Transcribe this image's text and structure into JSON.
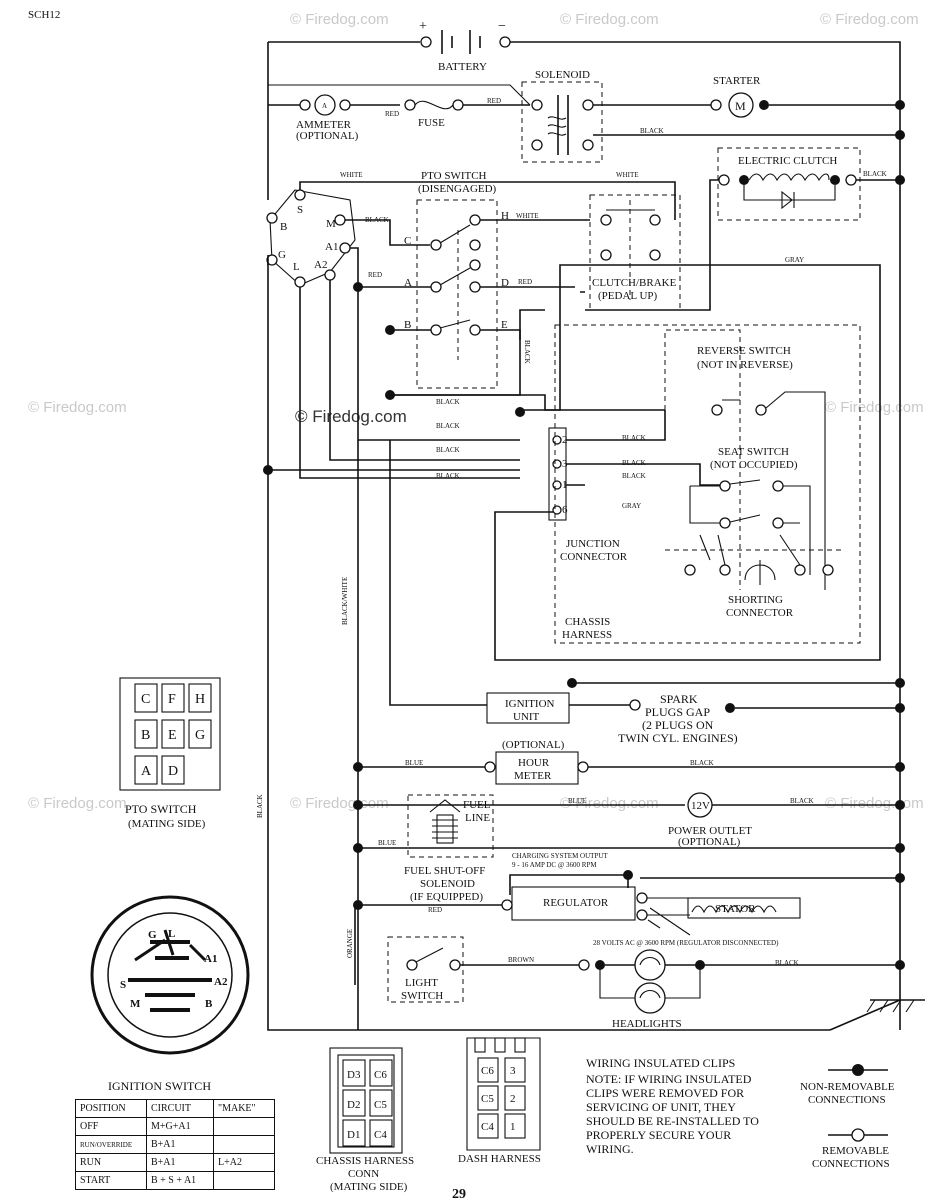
{
  "page_code": "SCH12",
  "page_number": "29",
  "watermark": "© Firedog.com",
  "labels": {
    "battery": "BATTERY",
    "plus": "+",
    "minus": "−",
    "solenoid": "SOLENOID",
    "starter": "STARTER",
    "motor": "M",
    "ammeter": "AMMETER",
    "ammeter_optional": "(OPTIONAL)",
    "ammeter_symbol": "A",
    "fuse": "FUSE",
    "electric_clutch": "ELECTRIC CLUTCH",
    "pto_switch": "PTO SWITCH",
    "pto_disengaged": "(DISENGAGED)",
    "clutch_brake": "CLUTCH/BRAKE",
    "pedal_up": "(PEDAL UP)",
    "reverse_switch": "REVERSE SWITCH",
    "not_in_reverse": "(NOT IN REVERSE)",
    "seat_switch": "SEAT SWITCH",
    "not_occupied": "(NOT OCCUPIED)",
    "junction": "JUNCTION",
    "connector": "CONNECTOR",
    "shorting": "SHORTING",
    "shorting_connector": "CONNECTOR",
    "chassis": "CHASSIS",
    "harness": "HARNESS",
    "ignition": "IGNITION",
    "unit": "UNIT",
    "spark1": "SPARK",
    "spark2": "PLUGS GAP",
    "spark3": "(2 PLUGS ON",
    "spark4": "TWIN CYL. ENGINES)",
    "optional": "(OPTIONAL)",
    "hour": "HOUR",
    "meter": "METER",
    "fuel": "FUEL",
    "line": "LINE",
    "fuel_shutoff": "FUEL SHUT-OFF",
    "solenoid2": "SOLENOID",
    "if_equipped": "(IF EQUIPPED)",
    "twelve_v": "12V",
    "power_outlet": "POWER OUTLET",
    "power_optional": "(OPTIONAL)",
    "charging": "CHARGING SYSTEM OUTPUT",
    "amp_note": "9 - 16 AMP DC @ 3600 RPM",
    "regulator": "REGULATOR",
    "stator": "STATOR",
    "volts_note": "28 VOLTS AC @ 3600 RPM (REGULATOR DISCONNECTED)",
    "light": "LIGHT",
    "switch": "SWITCH",
    "headlights": "HEADLIGHTS",
    "pto_mating": "PTO SWITCH",
    "mating_side": "(MATING SIDE)",
    "ignition_switch": "IGNITION SWITCH",
    "chassis_conn1": "CHASSIS HARNESS",
    "chassis_conn2": "CONN",
    "chassis_conn3": "(MATING SIDE)",
    "dash_harness": "DASH HARNESS",
    "clips_title": "WIRING INSULATED CLIPS",
    "clips_note1": "NOTE:  IF WIRING INSULATED",
    "clips_note2": "CLIPS WERE REMOVED FOR",
    "clips_note3": "SERVICING OF UNIT, THEY",
    "clips_note4": "SHOULD BE RE-INSTALLED TO",
    "clips_note5": "PROPERLY SECURE YOUR",
    "clips_note6": "WIRING.",
    "non_removable1": "NON-REMOVABLE",
    "non_removable2": "CONNECTIONS",
    "removable1": "REMOVABLE",
    "removable2": "CONNECTIONS"
  },
  "wire_colors": {
    "red": "RED",
    "black": "BLACK",
    "white": "WHITE",
    "gray": "GRAY",
    "blue": "BLUE",
    "orange": "ORANGE",
    "brown": "BROWN",
    "black_white": "BLACK/WHITE"
  },
  "pto_terminals": [
    "C",
    "F",
    "H",
    "B",
    "E",
    "G",
    "A",
    "D"
  ],
  "pto_wiring_letters": [
    "H",
    "C",
    "A",
    "D",
    "B",
    "E"
  ],
  "ignition_terminals": [
    "S",
    "M",
    "B",
    "A1",
    "G",
    "L",
    "A2"
  ],
  "junction_pins": [
    "2",
    "3",
    "1",
    "6"
  ],
  "chassis_conn_pins": [
    "D3",
    "C6",
    "D2",
    "C5",
    "D1",
    "C4"
  ],
  "dash_pins": [
    "C6",
    "3",
    "C5",
    "2",
    "C4",
    "1"
  ],
  "ignition_table": {
    "headers": [
      "POSITION",
      "CIRCUIT",
      "\"MAKE\""
    ],
    "rows": [
      [
        "OFF",
        "M+G+A1",
        ""
      ],
      [
        "RUN/OVERRIDE",
        "B+A1",
        ""
      ],
      [
        "RUN",
        "B+A1",
        "L+A2"
      ],
      [
        "START",
        "B + S + A1",
        ""
      ]
    ]
  }
}
